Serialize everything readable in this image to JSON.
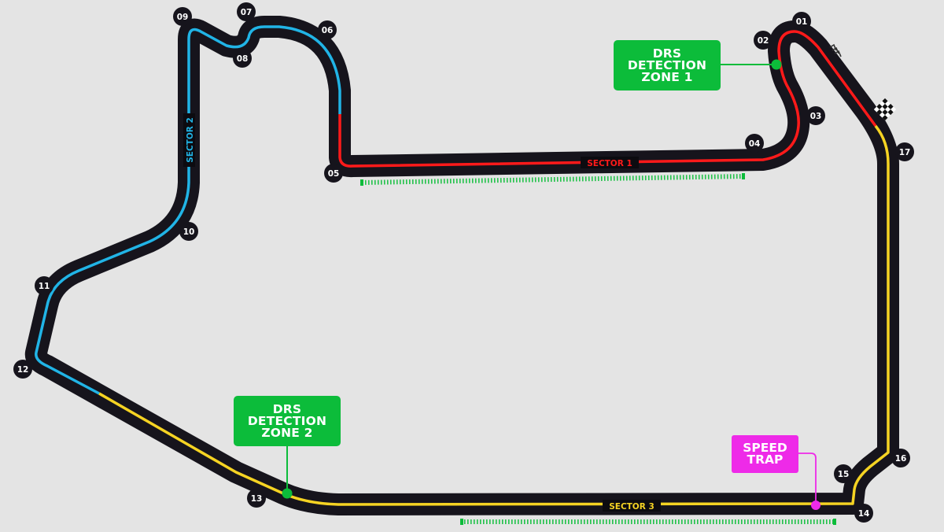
{
  "colors": {
    "background": "#e4e4e4",
    "track": "#16141c",
    "sector1": "#ff1a1a",
    "sector2": "#21b4e6",
    "sector3": "#f5d323",
    "drs": "#0cbc3a",
    "speed_trap": "#ee2ae8"
  },
  "sectors": [
    {
      "id": 1,
      "label": "SECTOR 1"
    },
    {
      "id": 2,
      "label": "SECTOR 2"
    },
    {
      "id": 3,
      "label": "SECTOR 3"
    }
  ],
  "turns": [
    {
      "label": "01"
    },
    {
      "label": "02"
    },
    {
      "label": "03"
    },
    {
      "label": "04"
    },
    {
      "label": "05"
    },
    {
      "label": "06"
    },
    {
      "label": "07"
    },
    {
      "label": "08"
    },
    {
      "label": "09"
    },
    {
      "label": "10"
    },
    {
      "label": "11"
    },
    {
      "label": "12"
    },
    {
      "label": "13"
    },
    {
      "label": "14"
    },
    {
      "label": "15"
    },
    {
      "label": "16"
    },
    {
      "label": "17"
    }
  ],
  "drs_detection_zones": [
    {
      "label": "DRS\nDETECTION\nZONE 1"
    },
    {
      "label": "DRS\nDETECTION\nZONE 2"
    }
  ],
  "speed_trap": {
    "label": "SPEED\nTRAP"
  },
  "icons": {
    "start_finish": "checkered-flag-icon",
    "direction": "direction-chevrons-icon"
  }
}
